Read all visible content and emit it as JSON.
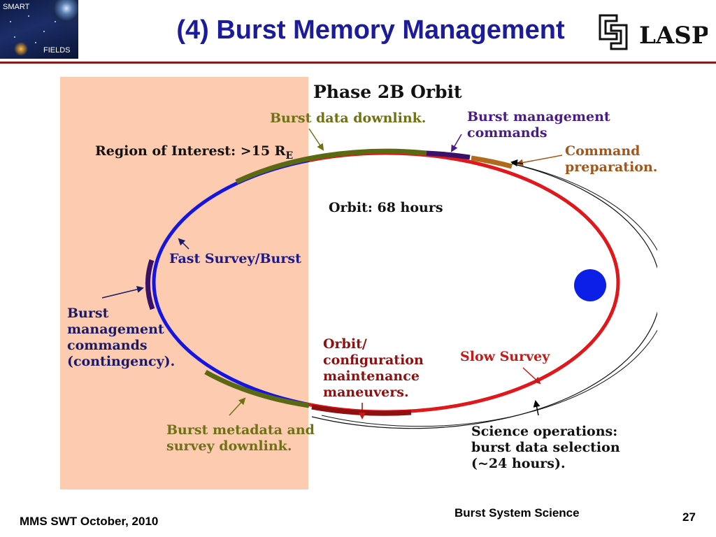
{
  "logo": {
    "top_text": "SMART",
    "bottom_text": "FIELDS"
  },
  "title": "(4) Burst Memory Management",
  "lasp_logo_text": "LASP",
  "diagram": {
    "title": "Phase 2B Orbit",
    "region_label": "Region of Interest: >15 R",
    "region_subscript": "E",
    "orbit_period": "Orbit: 68 hours",
    "burst_downlink": "Burst data downlink.",
    "burst_mgmt_commands": [
      "Burst management",
      "commands"
    ],
    "command_prep": [
      "Command",
      "preparation."
    ],
    "fast_survey": "Fast Survey/Burst",
    "contingency": [
      "Burst",
      "management",
      "commands",
      "(contingency)."
    ],
    "orbit_maintenance": [
      "Orbit/",
      "configuration",
      "maintenance",
      "maneuvers."
    ],
    "slow_survey": "Slow Survey",
    "metadata_downlink": [
      "Burst metadata and",
      "survey downlink."
    ],
    "science_ops": [
      "Science operations:",
      "burst data selection",
      "(~24 hours)."
    ]
  },
  "colors": {
    "title": "#1c1c9a",
    "region_fill": "#fccbb0",
    "fast_survey": "#1515e0",
    "slow_survey": "#e0181c",
    "downlink": "#5b6a12",
    "burst_mgmt": "#3a1068",
    "command_prep": "#b06a1e",
    "maneuver": "#8e1010",
    "earth": "#0b1fe6",
    "label_navy": "#1a1a6a",
    "label_olive": "#6f7115",
    "label_purple": "#4a1a88",
    "label_brown": "#a4561a",
    "label_red": "#b01818"
  },
  "footer": {
    "left": "MMS SWT October, 2010",
    "center": "Burst System Science",
    "page": "27"
  }
}
